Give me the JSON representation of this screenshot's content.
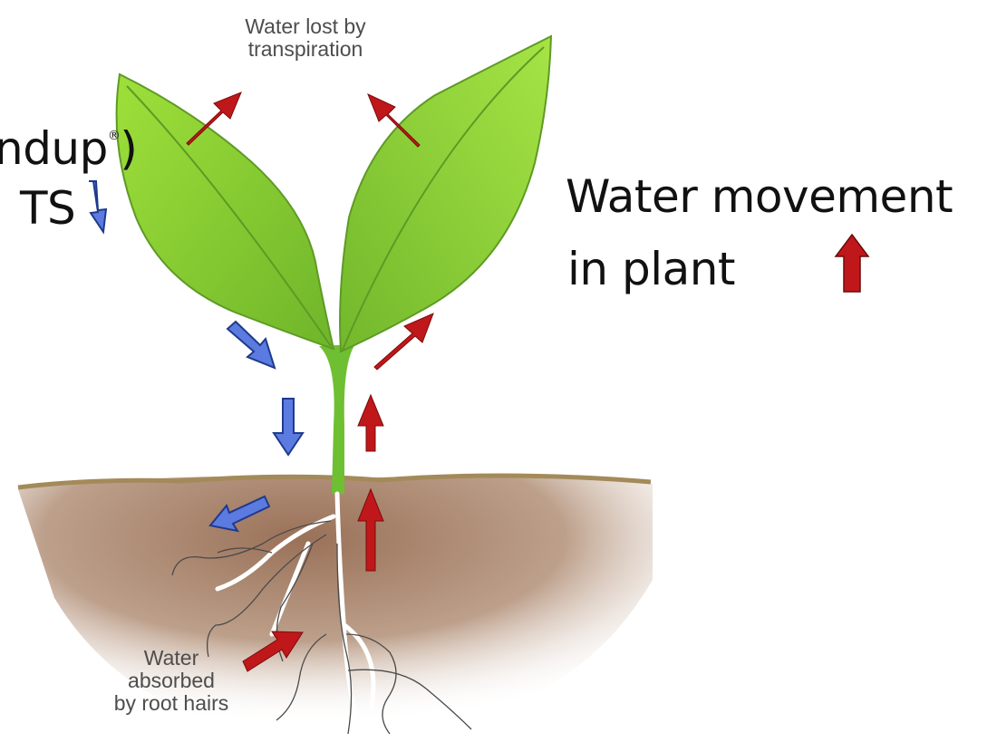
{
  "figure": {
    "left_text": {
      "line1": "ndup",
      "registered_mark": "®",
      "line1_tail": ")",
      "line2": "TS"
    },
    "water_label": {
      "line1": "Water movement",
      "line2": "in plant"
    },
    "transpiration_label": {
      "line1": "Water lost by",
      "line2": "transpiration"
    },
    "roots_label": {
      "line1": "Water",
      "line2": "absorbed",
      "line3": "by root hairs"
    }
  },
  "colors": {
    "water_arrow": "#c0171a",
    "herbicide_arrow": "#5b7be0",
    "leaf": "#8ad12f",
    "soil": "#a9866c",
    "ground_line": "#a48a5a"
  },
  "legend": {
    "red_arrow": "arrow-up-icon",
    "blue_arrow": "arrow-down-icon"
  }
}
